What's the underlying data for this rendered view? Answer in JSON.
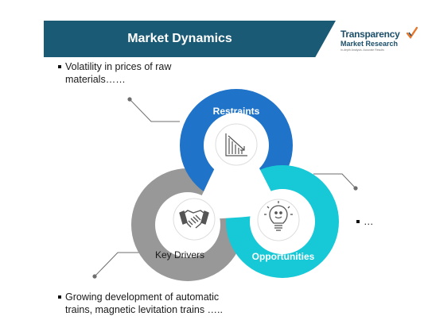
{
  "header": {
    "title": "Market Dynamics"
  },
  "logo": {
    "line1": "Transparency",
    "line2": "Market Research",
    "line3": "In-depth Analysis. Accurate Results"
  },
  "bullets": {
    "top": [
      "Volatility in prices of raw",
      "materials……"
    ],
    "right": "…",
    "bottom": [
      "Growing development of automatic",
      "trains, magnetic levitation trains ….."
    ]
  },
  "circles": {
    "restraints": {
      "label": "Restraints",
      "color": "#1f73c8",
      "icon": "declining-bar-chart-icon"
    },
    "key_drivers": {
      "label": "Key Drivers",
      "color": "#989898",
      "icon": "handshake-icon"
    },
    "opportunities": {
      "label": "Opportunities",
      "color": "#17c8d6",
      "icon": "lightbulb-icon"
    }
  },
  "colors": {
    "banner": "#1b5a74",
    "connector": "#6e6e6e"
  }
}
